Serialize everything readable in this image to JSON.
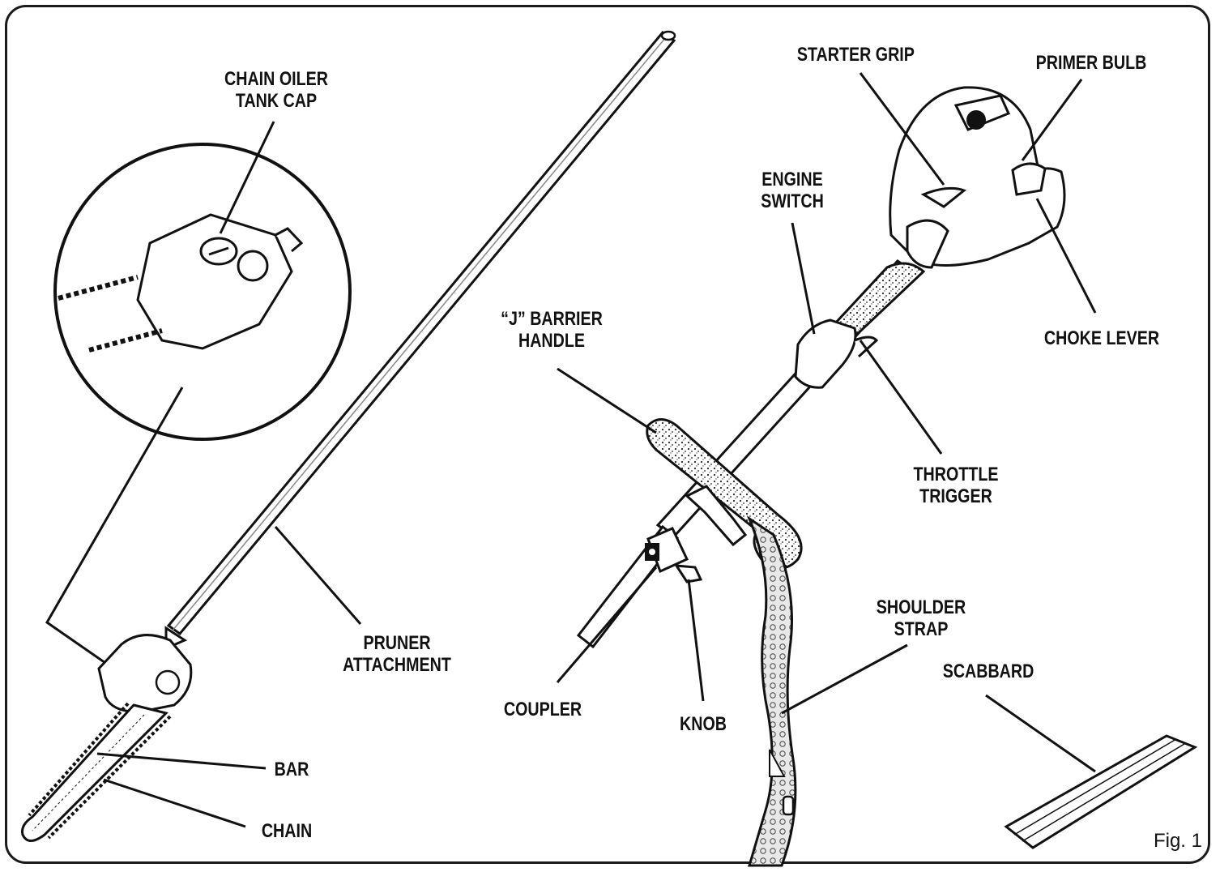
{
  "labels": {
    "chain_oiler_tank_cap": "CHAIN OILER\nTANK CAP",
    "starter_grip": "STARTER GRIP",
    "primer_bulb": "PRIMER BULB",
    "engine_switch": "ENGINE\nSWITCH",
    "choke_lever": "CHOKE LEVER",
    "j_barrier_handle": "“J” BARRIER\nHANDLE",
    "throttle_trigger": "THROTTLE\nTRIGGER",
    "pruner_attachment": "PRUNER\nATTACHMENT",
    "shoulder_strap": "SHOULDER\nSTRAP",
    "scabbard": "SCABBARD",
    "coupler": "COUPLER",
    "knob": "KNOB",
    "bar": "BAR",
    "chain": "CHAIN"
  },
  "figure_label": "Fig. 1"
}
